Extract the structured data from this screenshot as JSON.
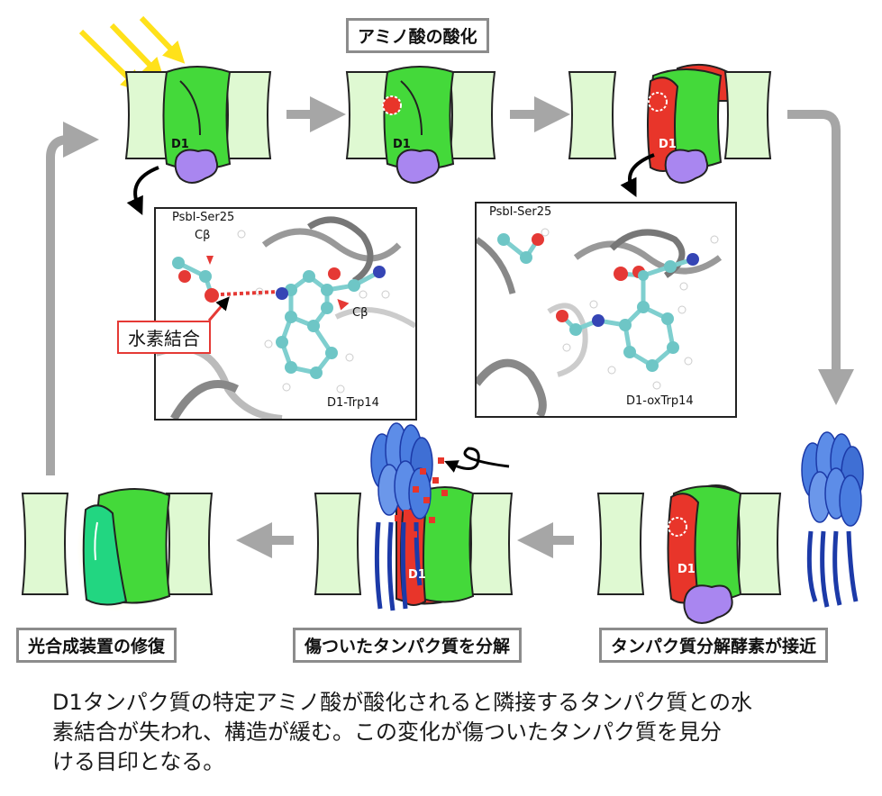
{
  "labels": {
    "oxidation": "アミノ酸の酸化",
    "repair": "光合成装置の修復",
    "degrade": "傷ついたタンパク質を分解",
    "approach": "タンパク質分解酵素が接近",
    "hbond": "水素結合"
  },
  "protein_labels": {
    "d1": "D1"
  },
  "panel_left": {
    "ser": "PsbI-Ser25",
    "cb1": "Cβ",
    "cb2": "Cβ",
    "trp": "D1-Trp14"
  },
  "panel_right": {
    "ser": "PsbI-Ser25",
    "trp": "D1-oxTrp14"
  },
  "caption": {
    "line1": "D1タンパク質の特定アミノ酸が酸化されると隣接するタンパク質との水",
    "line2": "素結合が失われ、構造が緩む。この変化が傷ついたタンパク質を見分",
    "line3": "ける目印となる。"
  },
  "colors": {
    "green_light": "#dff9d2",
    "green": "#44d93a",
    "red": "#e8352a",
    "purple": "#a986f0",
    "blue": "#4a7de0",
    "arrow_gray": "#a6a6a6",
    "light_yellow": "#ffe11a"
  }
}
